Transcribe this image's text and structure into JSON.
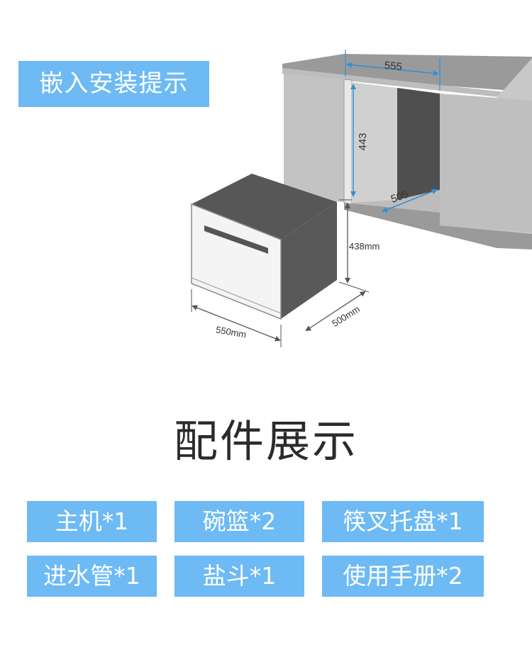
{
  "install": {
    "title": "嵌入安装提示"
  },
  "diagram": {
    "cabinet_width": "555",
    "cabinet_height": "443",
    "cabinet_depth": "505",
    "unit_height": "438mm",
    "unit_width": "550mm",
    "unit_depth": "500mm"
  },
  "accessories": {
    "title": "配件展示",
    "items": [
      "主机*1",
      "碗篮*2",
      "筷叉托盘*1",
      "进水管*1",
      "盐斗*1",
      "使用手册*2"
    ]
  },
  "colors": {
    "accent": "#6dbaf4",
    "dimension_blue": "#2f8fd8"
  }
}
